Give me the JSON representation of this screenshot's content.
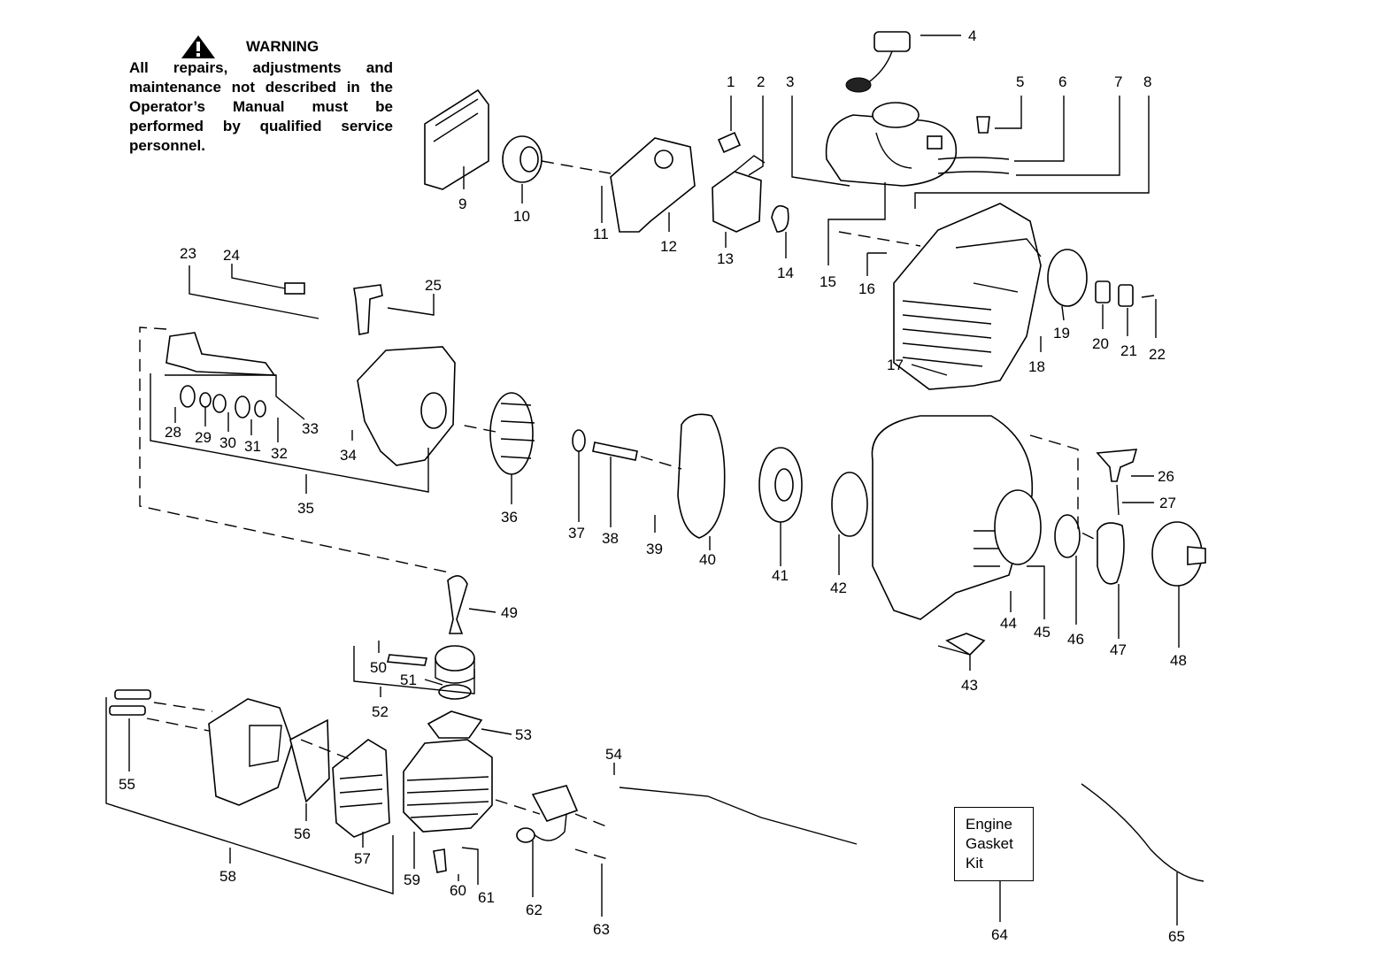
{
  "warning": {
    "icon": "warning-triangle-icon",
    "title": "WARNING",
    "text": "All repairs, adjustments and maintenance not described in the Operator’s Manual must be performed by qualified service personnel."
  },
  "kit_box": {
    "line1": "Engine",
    "line2": "Gasket",
    "line3": "Kit"
  },
  "part_numbers": [
    "1",
    "2",
    "3",
    "4",
    "5",
    "6",
    "7",
    "8",
    "9",
    "10",
    "11",
    "12",
    "13",
    "14",
    "15",
    "16",
    "17",
    "18",
    "19",
    "20",
    "21",
    "22",
    "23",
    "24",
    "25",
    "26",
    "27",
    "28",
    "29",
    "30",
    "31",
    "32",
    "33",
    "34",
    "35",
    "36",
    "37",
    "38",
    "39",
    "40",
    "41",
    "42",
    "43",
    "44",
    "45",
    "46",
    "47",
    "48",
    "49",
    "50",
    "51",
    "52",
    "53",
    "54",
    "55",
    "56",
    "57",
    "58",
    "59",
    "60",
    "61",
    "62",
    "63",
    "64",
    "65"
  ]
}
